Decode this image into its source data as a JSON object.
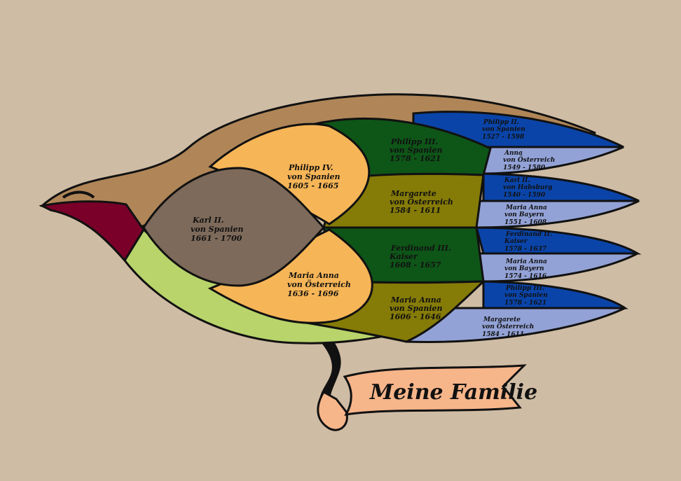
{
  "colors": {
    "background": "#cfbca4",
    "back": "#b08658",
    "head": "#7a0029",
    "belly": "#b8d46b",
    "gen1": "#7d6a5a",
    "gen2": "#f6b557",
    "gen3_green": "#0e5518",
    "gen3_olive": "#857b07",
    "gen4_dark": "#0a44a8",
    "gen4_light": "#93a2d6",
    "banner": "#f7b58a",
    "outline": "#111111"
  },
  "banner": {
    "text": "Meine Familie"
  },
  "persons": {
    "p1": [
      "Karl II.",
      "von Spanien",
      "1661 - 1700"
    ],
    "p2": [
      "Philipp IV.",
      "von Spanien",
      "1605 - 1665"
    ],
    "p3": [
      "Maria Anna",
      "von Österreich",
      "1636 - 1696"
    ],
    "p4": [
      "Philipp III.",
      "von Spanien",
      "1578 - 1621"
    ],
    "p5": [
      "Margarete",
      "von Österreich",
      "1584 - 1611"
    ],
    "p6": [
      "Ferdinand III.",
      "Kaiser",
      "1608 - 1657"
    ],
    "p7": [
      "Maria Anna",
      "von Spanien",
      "1606 - 1646"
    ],
    "p8": [
      "Philipp II.",
      "von Spanien",
      "1527 - 1598"
    ],
    "p9": [
      "Anna",
      "von Österreich",
      "1549 - 1580"
    ],
    "p10": [
      "Karl II.",
      "von Habsburg",
      "1540 - 1590"
    ],
    "p11": [
      "Maria Anna",
      "von Bayern",
      "1551 - 1608"
    ],
    "p12": [
      "Ferdinand II.",
      "Kaiser",
      "1578 - 1637"
    ],
    "p13": [
      "Maria Anna",
      "von Bayern",
      "1574 - 1616"
    ],
    "p14": [
      "Philipp III.",
      "von Spanien",
      "1578 - 1621"
    ],
    "p15": [
      "Margarete",
      "von Österreich",
      "1584 - 1611"
    ]
  }
}
